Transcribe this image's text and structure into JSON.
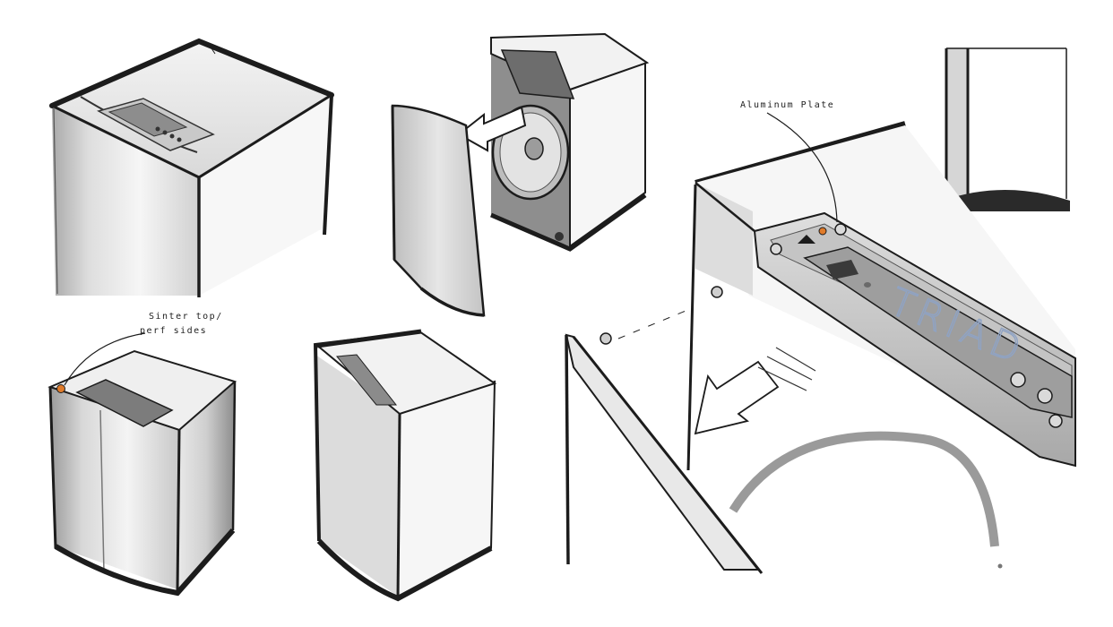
{
  "annotations": {
    "aluminum_plate": "Aluminum Plate",
    "sinter_top_line1": "Sinter top/",
    "sinter_top_line2": "perf sides"
  },
  "brand_text": "TRIAD",
  "colors": {
    "ink": "#1c1c1c",
    "marker_dark": "#3a3a3a",
    "marker_mid": "#8a8a8a",
    "marker_light": "#cfcfcf",
    "accent_orange": "#e07b2a",
    "brand_blue": "#8fa3c4"
  }
}
